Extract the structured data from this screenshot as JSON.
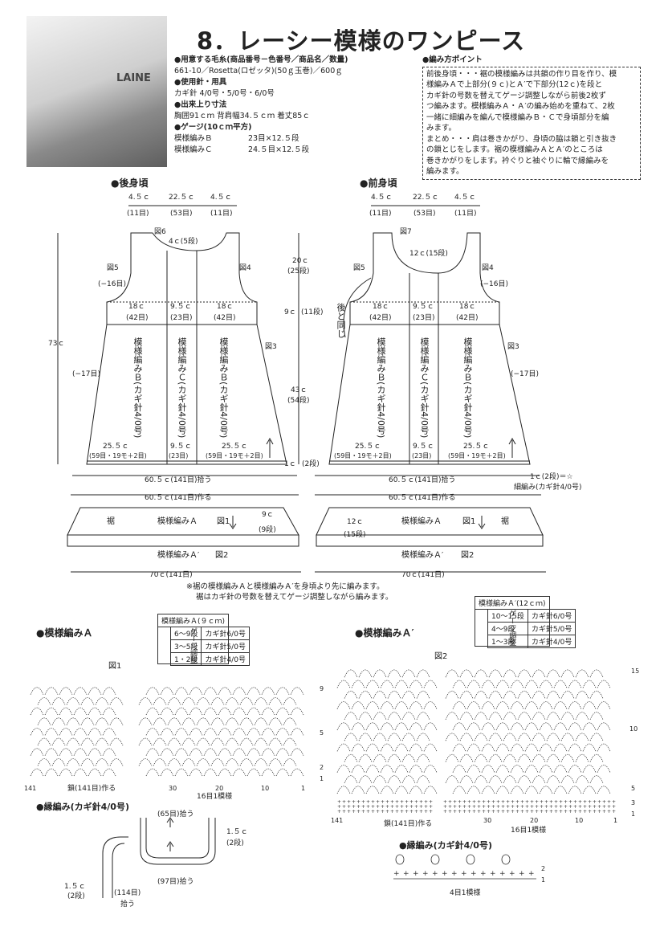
{
  "title": "8．レーシー模様のワンピース",
  "photo": {
    "caption": "LAINE"
  },
  "materials": {
    "yarn_heading": "●用意する毛糸(商品番号－色番号／商品名／数量)",
    "yarn_value": "661-10／Rosetta(ロゼッタ)(50ｇ玉巻)／600ｇ",
    "needle_heading": "●使用針・用具",
    "needle_value": "カギ針 4/0号・5/0号・6/0号",
    "size_heading": "●出来上り寸法",
    "size_value": "胸囲91ｃｍ 背肩幅34.５ｃｍ 着丈85ｃ",
    "gauge_heading": "●ゲージ(10ｃｍ平方)",
    "gauge_rows": [
      {
        "pattern": "模様編みＢ",
        "value": "23目×12.５段"
      },
      {
        "pattern": "模様編みＣ",
        "value": "24.５目×12.５段"
      }
    ]
  },
  "points": {
    "heading": "●編み方ポイント",
    "lines": [
      "前後身頃・・・裾の模様編みは共鎖の作り目を作り、模",
      "様編みＡで上部分(９ｃ)とＡ′で下部分(12ｃ)を段と",
      "カギ針の号数を替えてゲージ調整しながら前後2枚ず",
      "つ編みます。模様編みＡ・Ａ′の編み始めを重ねて、2枚",
      "一緒に細編みを編んで模様編みＢ・Ｃで身頃部分を編",
      "みます。",
      "まとめ・・・肩は巻きかがり、身頃の脇は鎖と引き抜き",
      "の鎖とじをします。裾の模様編みＡとＡ′のところは",
      "巻きかがりをします。衿ぐりと袖ぐりに輪で縁編みを",
      "編みます。"
    ]
  },
  "back": {
    "heading": "●後身頃",
    "top_dims": [
      "4.５ｃ",
      "22.５ｃ",
      "4.５ｃ"
    ],
    "top_sts": [
      "(11目)",
      "(53目)",
      "(11目)"
    ],
    "fig6": "図6",
    "neck": "4ｃ(5段)",
    "fig5": "図5",
    "fig4": "図4",
    "fig3": "図3",
    "dec16": "(−16目)",
    "dec17": "(−17目)",
    "h73": "73ｃ",
    "col_w": [
      "18ｃ",
      "9.５ｃ",
      "18ｃ"
    ],
    "col_s": [
      "(42目)",
      "(23目)",
      "(42目)"
    ],
    "col_txt": [
      "模様編みＢ(カギ針4/0号)",
      "模様編みＣ(カギ針4/0号)",
      "模様編みＢ(カギ針4/0号)"
    ],
    "bot_w": [
      "25.５ｃ",
      "9.５ｃ",
      "25.５ｃ"
    ],
    "bot_s": [
      "(59目・19モ＋2目)",
      "(23目)",
      "(59目・19モ＋2目)"
    ],
    "pickup": "60.５ｃ(141目)拾う"
  },
  "mid": {
    "h20": "20ｃ",
    "r25": "(25段)",
    "h9": "9ｃ",
    "r11": "(11段)",
    "h43": "43ｃ",
    "r54": "(54段)",
    "h1": "1ｃ",
    "r2": "(2段)"
  },
  "front": {
    "heading": "●前身頃",
    "top_dims": [
      "4.５ｃ",
      "22.５ｃ",
      "4.５ｃ"
    ],
    "top_sts": [
      "(11目)",
      "(53目)",
      "(11目)"
    ],
    "fig7": "図7",
    "neck": "12ｃ(15段)",
    "fig5": "図5",
    "fig4": "図4",
    "fig3": "図3",
    "dec16": "(−16目)",
    "dec17": "(−17目)",
    "same": "後と同じ",
    "col_w": [
      "18ｃ",
      "9.５ｃ",
      "18ｃ"
    ],
    "col_s": [
      "(42目)",
      "(23目)",
      "(42目)"
    ],
    "col_txt": [
      "模様編みＢ(カギ針4/0号)",
      "模様編みＣ(カギ針4/0号)",
      "模様編みＢ(カギ針4/0号)"
    ],
    "bot_w": [
      "25.５ｃ",
      "9.５ｃ",
      "25.５ｃ"
    ],
    "bot_s": [
      "(59目・19モ＋2目)",
      "(23目)",
      "(59目・19モ＋2目)"
    ],
    "pickup": "60.５ｃ(141目)拾う",
    "sc_note": "1ｃ(2段)＝☆",
    "sc_note2": "細編み(カギ針4/0号)"
  },
  "skirt": {
    "make": "60.５ｃ(141目)作る",
    "hem": "裾",
    "patA": "模様編みＡ",
    "fig1": "図1",
    "h9": "9ｃ",
    "r9": "(9段)",
    "h12": "12ｃ",
    "r15": "(15段)",
    "patA2": "模様編みＡ′",
    "fig2": "図2",
    "w70": "70ｃ(141目)"
  },
  "note": [
    "※裾の模様編みＡと模様編みＡ′を身頃より先に編みます。",
    "裾はカギ針の号数を替えてゲージ調整しながら編みます。"
  ],
  "patternA": {
    "heading": "●模様編みＡ",
    "fig": "図1",
    "table_title": "模様編みＡ(９ｃｍ)",
    "side": "ゲージ調整",
    "rows": [
      [
        "6〜9段",
        "カギ針6/0号"
      ],
      [
        "3〜5段",
        "カギ針5/0号"
      ],
      [
        "1・2段",
        "カギ針4/0号"
      ]
    ],
    "row_labels": [
      "9",
      "5",
      "2",
      "1"
    ],
    "axis": [
      "141",
      "30",
      "20",
      "10",
      "1"
    ],
    "chain": "鎖(141目)作る",
    "repeat": "16目1模様"
  },
  "patternA2": {
    "heading": "●模様編みＡ′",
    "fig": "図2",
    "table_title": "模様編みＡ′(12ｃｍ)",
    "side": "ゲージ調整",
    "rows": [
      [
        "10〜15段",
        "カギ針6/0号"
      ],
      [
        "4〜9段",
        "カギ針5/0号"
      ],
      [
        "1〜3段",
        "カギ針4/0号"
      ]
    ],
    "row_labels": [
      "15",
      "10",
      "5",
      "3",
      "1"
    ],
    "axis": [
      "141",
      "30",
      "20",
      "10",
      "1"
    ],
    "chain": "鎖(141目)作る",
    "repeat": "16目1模様"
  },
  "edging": {
    "heading": "●縁編み(カギ針4/0号)",
    "p65": "(65目)拾う",
    "w15a": "1.５ｃ",
    "r2a": "(2段)",
    "p97": "(97目)拾う",
    "w15b": "1.５ｃ",
    "r2b": "(2段)",
    "p114": "(114目)",
    "p114b": "拾う"
  },
  "edging2": {
    "heading": "●縁編み(カギ針4/0号)",
    "rows": [
      "2",
      "1"
    ],
    "repeat": "4目1模様"
  }
}
